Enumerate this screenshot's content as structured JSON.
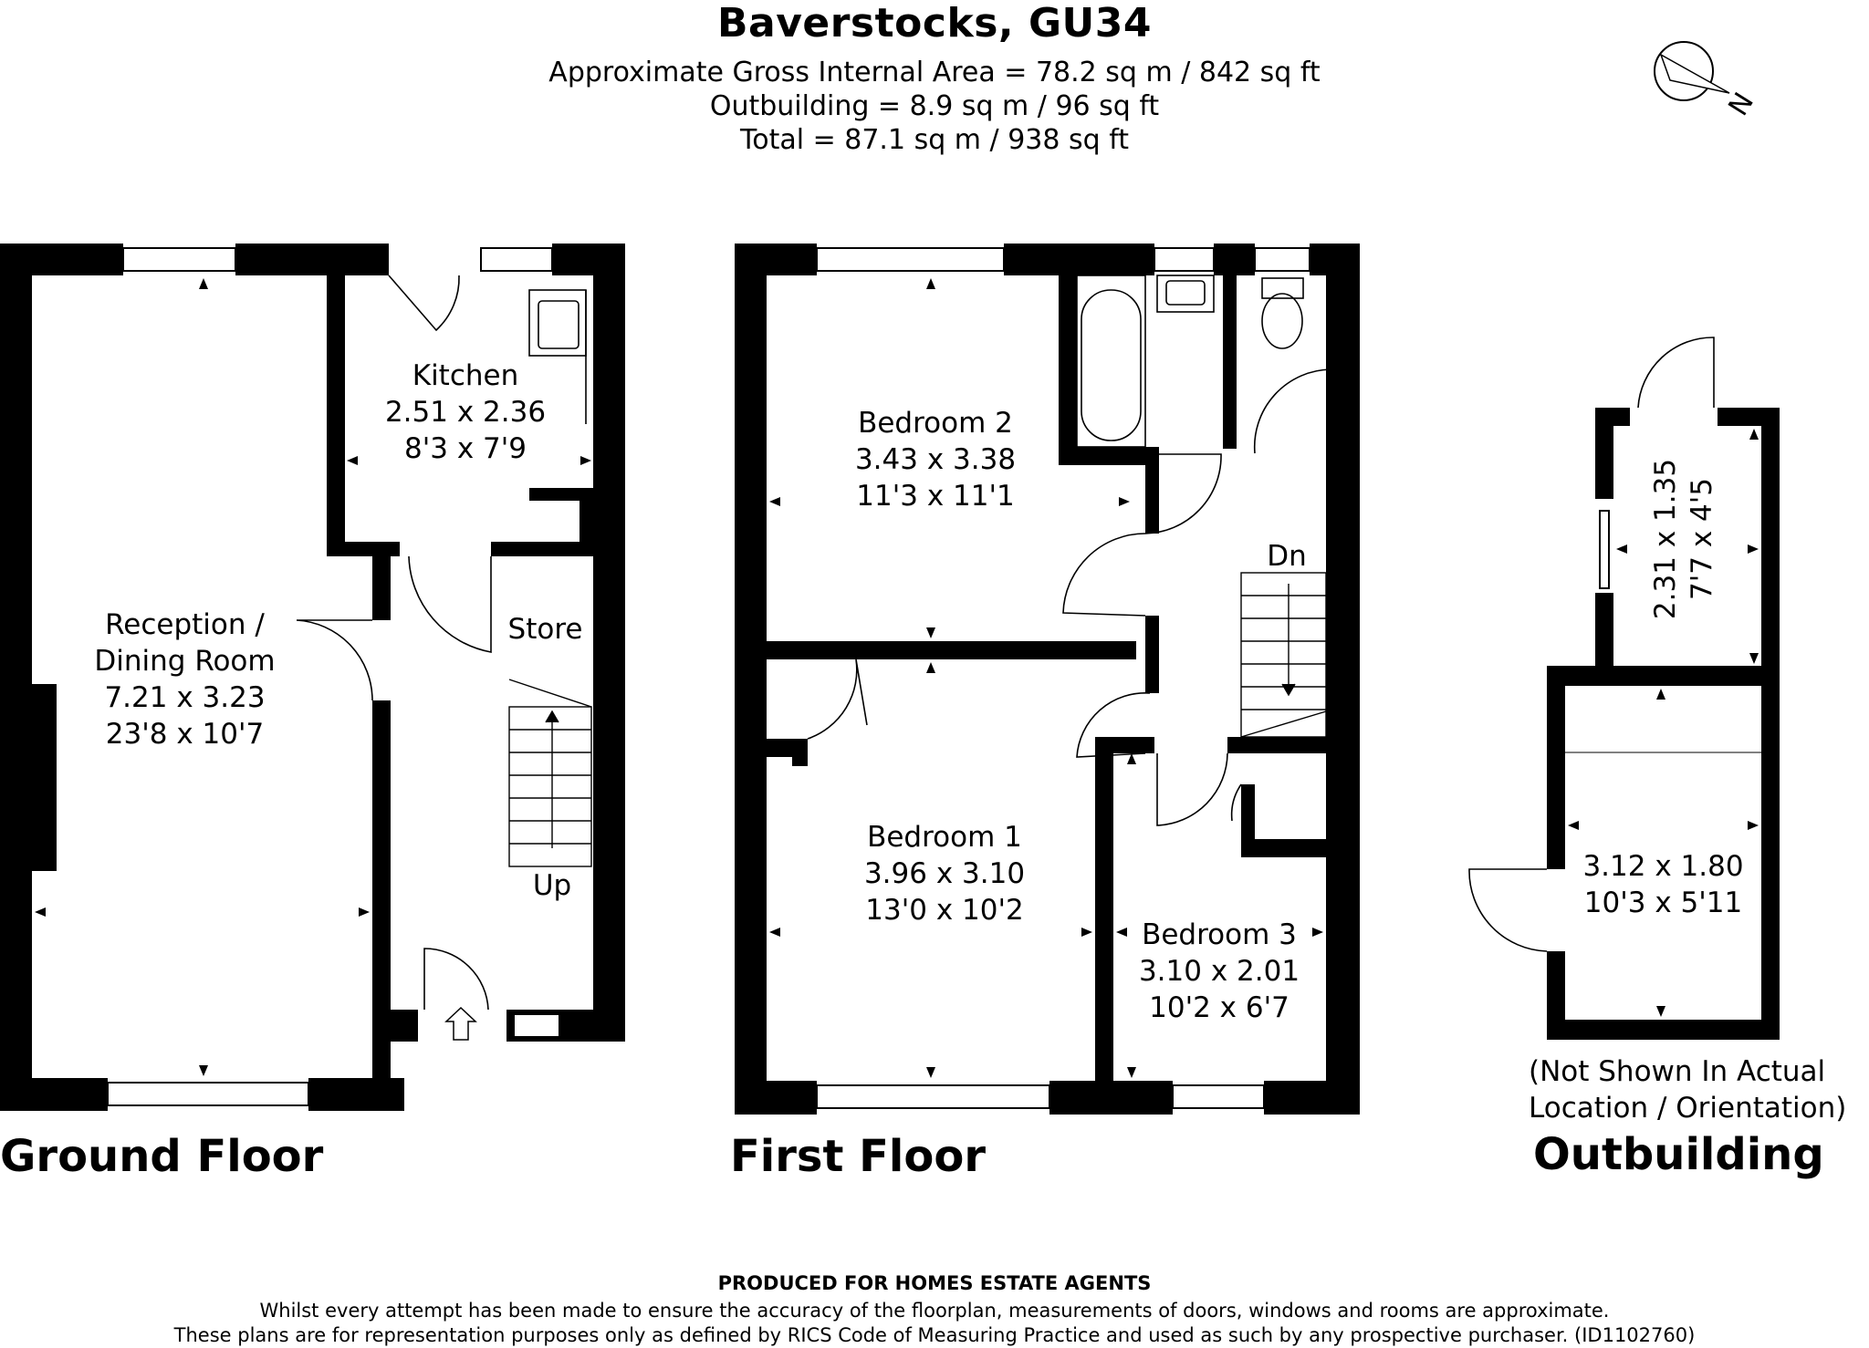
{
  "header": {
    "title": "Baverstocks, GU34",
    "gross_internal_area": "Approximate Gross Internal Area = 78.2 sq m / 842 sq ft",
    "outbuilding_area": "Outbuilding = 8.9 sq m / 96 sq ft",
    "total_area": "Total = 87.1 sq m / 938 sq ft"
  },
  "compass": {
    "north_label": "N",
    "icon": "compass-icon"
  },
  "ground_floor": {
    "title": "Ground Floor",
    "kitchen": {
      "name": "Kitchen",
      "metric": "2.51 x 2.36",
      "imperial": "8'3 x 7'9"
    },
    "reception": {
      "name_line1": "Reception /",
      "name_line2": "Dining Room",
      "metric": "7.21 x 3.23",
      "imperial": "23'8 x 10'7"
    },
    "store": "Store",
    "stairs_label": "Up"
  },
  "first_floor": {
    "title": "First Floor",
    "bedroom2": {
      "name": "Bedroom 2",
      "metric": "3.43 x 3.38",
      "imperial": "11'3 x 11'1"
    },
    "bedroom1": {
      "name": "Bedroom 1",
      "metric": "3.96 x 3.10",
      "imperial": "13'0 x 10'2"
    },
    "bedroom3": {
      "name": "Bedroom 3",
      "metric": "3.10 x 2.01",
      "imperial": "10'2 x 6'7"
    },
    "stairs_label": "Dn"
  },
  "outbuilding": {
    "title": "Outbuilding",
    "note_line1": "(Not Shown In Actual",
    "note_line2": "Location / Orientation)",
    "upper_room": {
      "metric": "2.31 x 1.35",
      "imperial": "7'7 x 4'5"
    },
    "lower_room": {
      "metric": "3.12 x 1.80",
      "imperial": "10'3 x 5'11"
    }
  },
  "footer": {
    "produced_for": "PRODUCED FOR HOMES ESTATE AGENTS",
    "disclaimer_line1": "Whilst every attempt has been made to ensure the accuracy of the floorplan, measurements of doors, windows and rooms are approximate.",
    "disclaimer_line2": "These plans are for representation purposes only as defined by RICS Code of Measuring Practice and used as such by any prospective purchaser. (ID1102760)"
  }
}
